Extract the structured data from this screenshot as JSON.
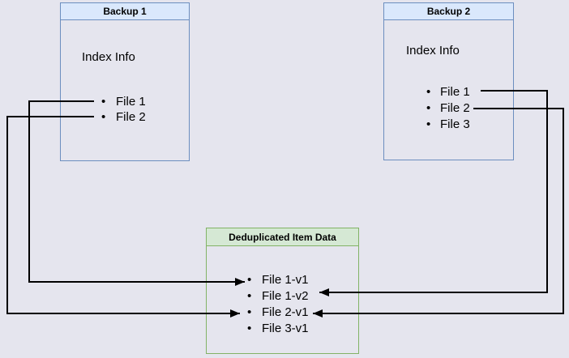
{
  "boxes": {
    "backup1": {
      "title": "Backup 1",
      "label": "Index Info",
      "files": [
        "File 1",
        "File 2"
      ]
    },
    "backup2": {
      "title": "Backup 2",
      "label": "Index Info",
      "files": [
        "File 1",
        "File 2",
        "File 3"
      ]
    },
    "dedup": {
      "title": "Deduplicated Item Data",
      "files": [
        "File 1-v1",
        "File 1-v2",
        "File 2-v1",
        "File 3-v1"
      ]
    }
  },
  "edges": [
    {
      "from": "Backup 1 / File 1",
      "to": "Deduplicated Item Data / File 1-v1"
    },
    {
      "from": "Backup 1 / File 2",
      "to": "Deduplicated Item Data / File 2-v1"
    },
    {
      "from": "Backup 2 / File 1",
      "to": "Deduplicated Item Data / File 1-v2"
    },
    {
      "from": "Backup 2 / File 2",
      "to": "Deduplicated Item Data / File 2-v1"
    }
  ],
  "colors": {
    "background": "#E5E5EE",
    "blue_box_border": "#6C8EBF",
    "blue_box_header_fill": "#DAE8FC",
    "green_box_border": "#82B366",
    "green_box_header_fill": "#D5E8D4",
    "arrow": "#000000",
    "text": "#000000"
  }
}
